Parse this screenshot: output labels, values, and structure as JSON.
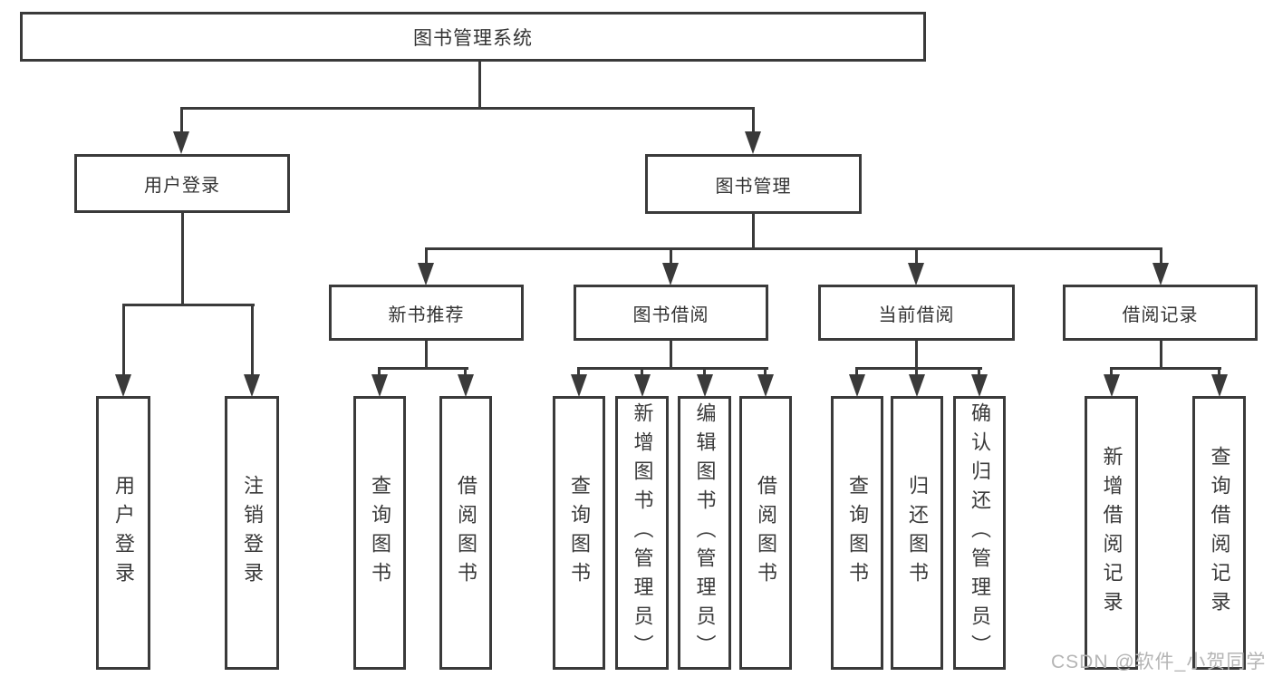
{
  "diagram": {
    "root": "图书管理系统",
    "level2": [
      {
        "label": "用户登录",
        "leaves": [
          "用户登录",
          "注销登录"
        ]
      },
      {
        "label": "图书管理"
      }
    ],
    "level3": [
      {
        "label": "新书推荐",
        "leaves": [
          "查询图书",
          "借阅图书"
        ]
      },
      {
        "label": "图书借阅",
        "leaves": [
          "查询图书",
          "新增图书（管理员）",
          "编辑图书（管理员）",
          "借阅图书"
        ]
      },
      {
        "label": "当前借阅",
        "leaves": [
          "查询图书",
          "归还图书",
          "确认归还（管理员）"
        ]
      },
      {
        "label": "借阅记录",
        "leaves": [
          "新增借阅记录",
          "查询借阅记录"
        ]
      }
    ]
  },
  "watermark": "CSDN @软件_小贺同学"
}
